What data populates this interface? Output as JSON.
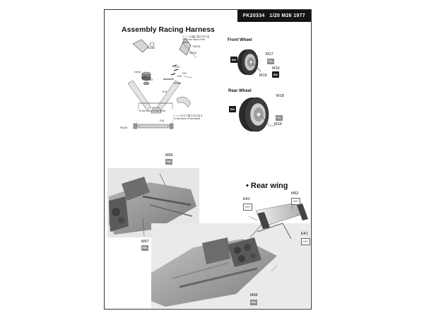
{
  "header": {
    "code": "FK20334",
    "scale_model": "1/20 M26 1977"
  },
  "harness": {
    "title": "Assembly Racing Harness",
    "note_back": "シートの裏に取り付けます To the back of the sheet",
    "note_down_left": "To the down of the sheet",
    "note_down_right": "シートの下に取り付けます To the down of the sheet",
    "buckle_label": "Buckle",
    "metal_label": "metal",
    "parts": [
      "R6018",
      "R6019",
      "E33",
      "E34",
      "E30",
      "E31",
      "E32",
      "E19",
      "R6080",
      "R6035",
      "E18"
    ]
  },
  "front_wheel": {
    "title": "Front Wheel",
    "tag_left": "SIK",
    "tag_pcl": "PCL",
    "tag_right": "SIK",
    "parts": [
      "M17",
      "M16",
      "M19"
    ]
  },
  "rear_wheel": {
    "title": "Rear Wheel",
    "tag_left": "SIK",
    "tag_pcl": "PCL",
    "parts": [
      "M18",
      "M19"
    ]
  },
  "chassis": {
    "upper_label": "M65",
    "upper_tag": "RED",
    "lower_label": "M67",
    "lower_tag": "RED",
    "bottom_label": "M66",
    "bottom_tag": "RED"
  },
  "rear_wing": {
    "title": "• Rear wing",
    "parts": [
      {
        "label": "E42",
        "tag": "WHT"
      },
      {
        "label": "M62",
        "tag": "WHT"
      },
      {
        "label": "E41",
        "tag": "WHT"
      }
    ]
  },
  "colors": {
    "badge_bg": "#141414",
    "tag_dark": "#1a1a1a",
    "tag_grey": "#8a8a8a",
    "photo_bg": "#e6e6e6"
  }
}
